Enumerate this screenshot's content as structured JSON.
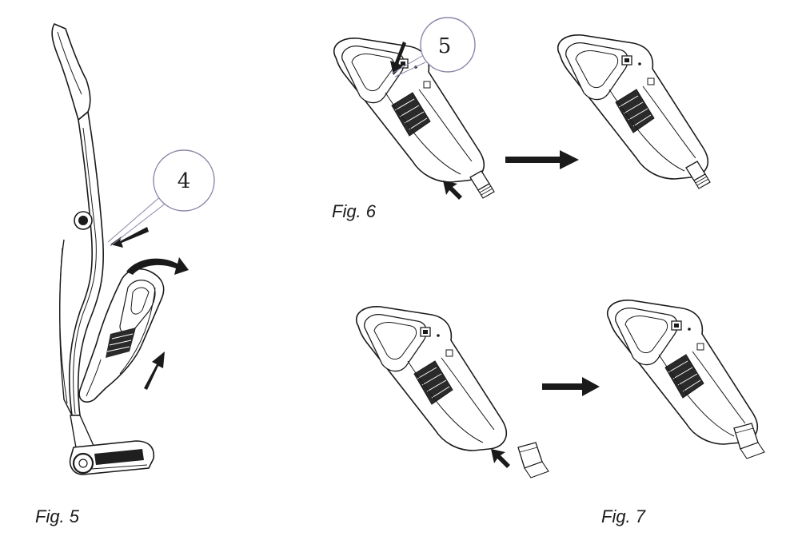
{
  "figures": {
    "fig5": {
      "label": "Fig. 5",
      "callout": "4"
    },
    "fig6": {
      "label": "Fig. 6",
      "callout": "5"
    },
    "fig7": {
      "label": "Fig. 7"
    }
  },
  "colors": {
    "line": "#1a1a1a",
    "callout_ring": "#8a88a8",
    "fill": "#ffffff",
    "dark": "#222222"
  }
}
